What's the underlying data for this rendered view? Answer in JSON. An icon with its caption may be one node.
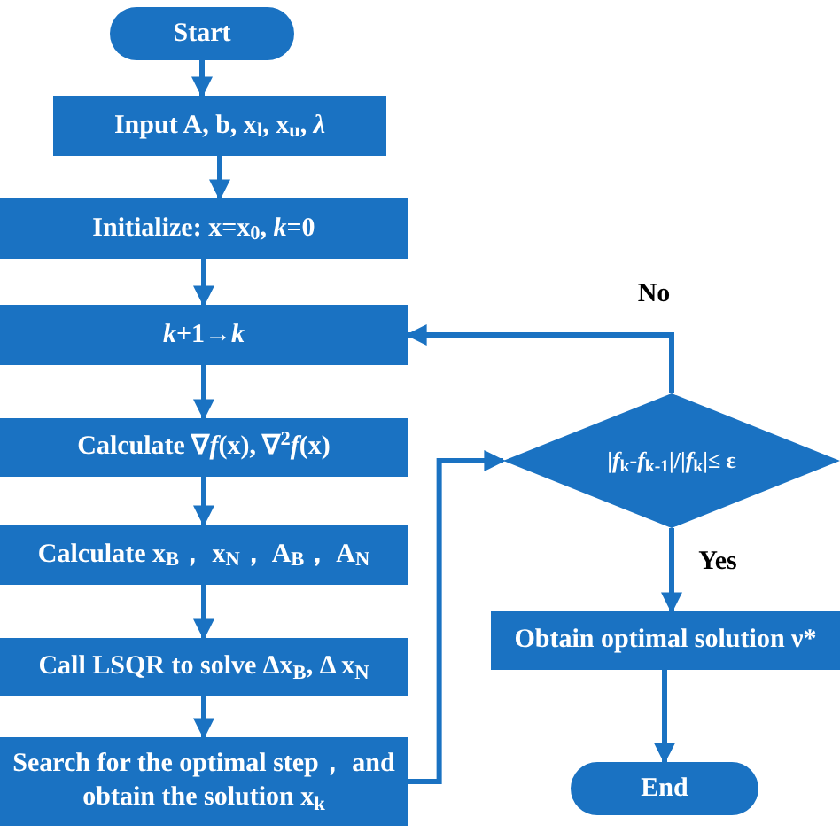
{
  "diagram": {
    "nodes": [
      {
        "text": [
          "Start"
        ]
      },
      {
        "text": [
          "Input A, b, x$_{l}$, x$_{u}$, *λ*"
        ]
      },
      {
        "text": [
          "Initialize: x=x$_{0}$,  *k*=0"
        ]
      },
      {
        "text": [
          "*k*+1→*k*"
        ]
      },
      {
        "text": [
          "Calculate ∇*f*(x), ∇$^{2}$*f*(x)"
        ]
      },
      {
        "text": [
          "Calculate x$_{B}$， x$_{N}$， A$_{B}$， A$_{N}$"
        ]
      },
      {
        "text": [
          "Call LSQR to solve Δx$_{B}$, Δ x$_{N}$"
        ]
      },
      {
        "text": [
          "Search for the optimal step， and obtain the solution x$_{k}$"
        ]
      },
      {
        "text": [
          "|*f*$_{k}$-*f*$_{k-1}$|/|*f*$_{k}$|≤ ε"
        ]
      },
      {
        "text": [
          "Obtain optimal solution ν*"
        ]
      },
      {
        "text": [
          "End"
        ]
      }
    ],
    "edges": [
      {
        "from": 0,
        "to": 1,
        "arrow": "to"
      },
      {
        "from": 1,
        "to": 2,
        "arrow": "to"
      },
      {
        "from": 2,
        "to": 3,
        "arrow": "to"
      },
      {
        "from": 3,
        "to": 4,
        "arrow": "to"
      },
      {
        "from": 4,
        "to": 5,
        "arrow": "to"
      },
      {
        "from": 5,
        "to": 6,
        "arrow": "to"
      },
      {
        "from": 6,
        "to": 7,
        "arrow": "to"
      },
      {
        "from": 7,
        "to": 8,
        "arrow": "to"
      },
      {
        "from": 8,
        "to": 3,
        "arrow": "to",
        "label": "No"
      },
      {
        "from": 8,
        "to": 9,
        "arrow": "to",
        "label": "Yes"
      },
      {
        "from": 9,
        "to": 10,
        "arrow": "to"
      }
    ]
  }
}
